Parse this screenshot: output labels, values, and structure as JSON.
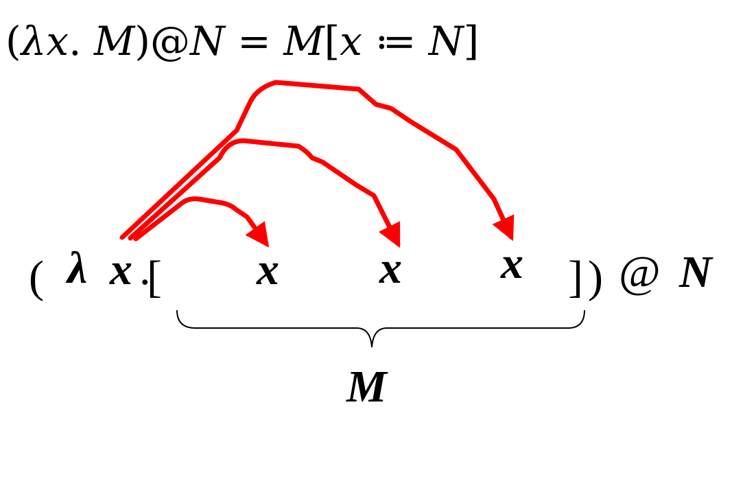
{
  "formula": {
    "open_paren": "(",
    "lambda_x": "λx",
    "dot": ". ",
    "body": "M",
    "close_paren": ")",
    "apply": "@",
    "argument": "N",
    "equals": " = ",
    "result_body": "M",
    "open_bracket": "[",
    "subst_var": "x",
    "assign": " ≔ ",
    "subst_value": "N",
    "close_bracket": "]"
  },
  "expression": {
    "open_paren": "(",
    "lambda": "λ",
    "bound_var": "x",
    "dot": ".",
    "open_bracket": "[",
    "occurrences": [
      "x",
      "x",
      "x"
    ],
    "close_bracket": "]",
    "close_paren": ")",
    "apply": "@",
    "argument": "N"
  },
  "brace": {
    "label": "M"
  },
  "colors": {
    "arrow": "#ff0000",
    "text": "#000000"
  }
}
